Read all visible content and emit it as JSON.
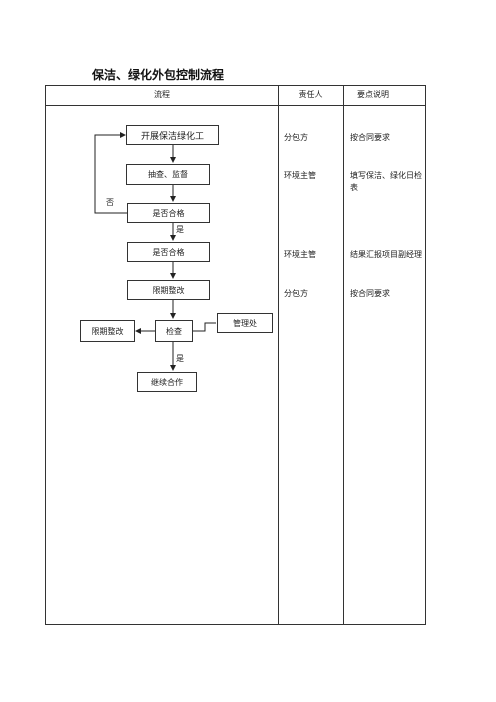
{
  "title": "保洁、绿化外包控制流程",
  "table": {
    "headers": {
      "flow": "流程",
      "responsible": "责任人",
      "notes": "要点说明"
    },
    "rows": [
      {
        "responsible": "分包方",
        "note": "按合同要求"
      },
      {
        "responsible": "环境主管",
        "note": "填写保洁、绿化日检表"
      },
      {
        "responsible": "环境主管",
        "note": "结果汇报项目副经理"
      },
      {
        "responsible": "分包方",
        "note": "按合同要求"
      }
    ]
  },
  "flow": {
    "start": "开展保洁绿化工",
    "inspect": "抽查、监督",
    "qualified1": "是否合格",
    "qualified2": "是否合格",
    "rectify": "限期整改",
    "check": "检查",
    "rectify_left": "限期整改",
    "management": "管理处",
    "continue": "继续合作",
    "label_no": "否",
    "label_yes1": "是",
    "label_yes2": "是"
  }
}
